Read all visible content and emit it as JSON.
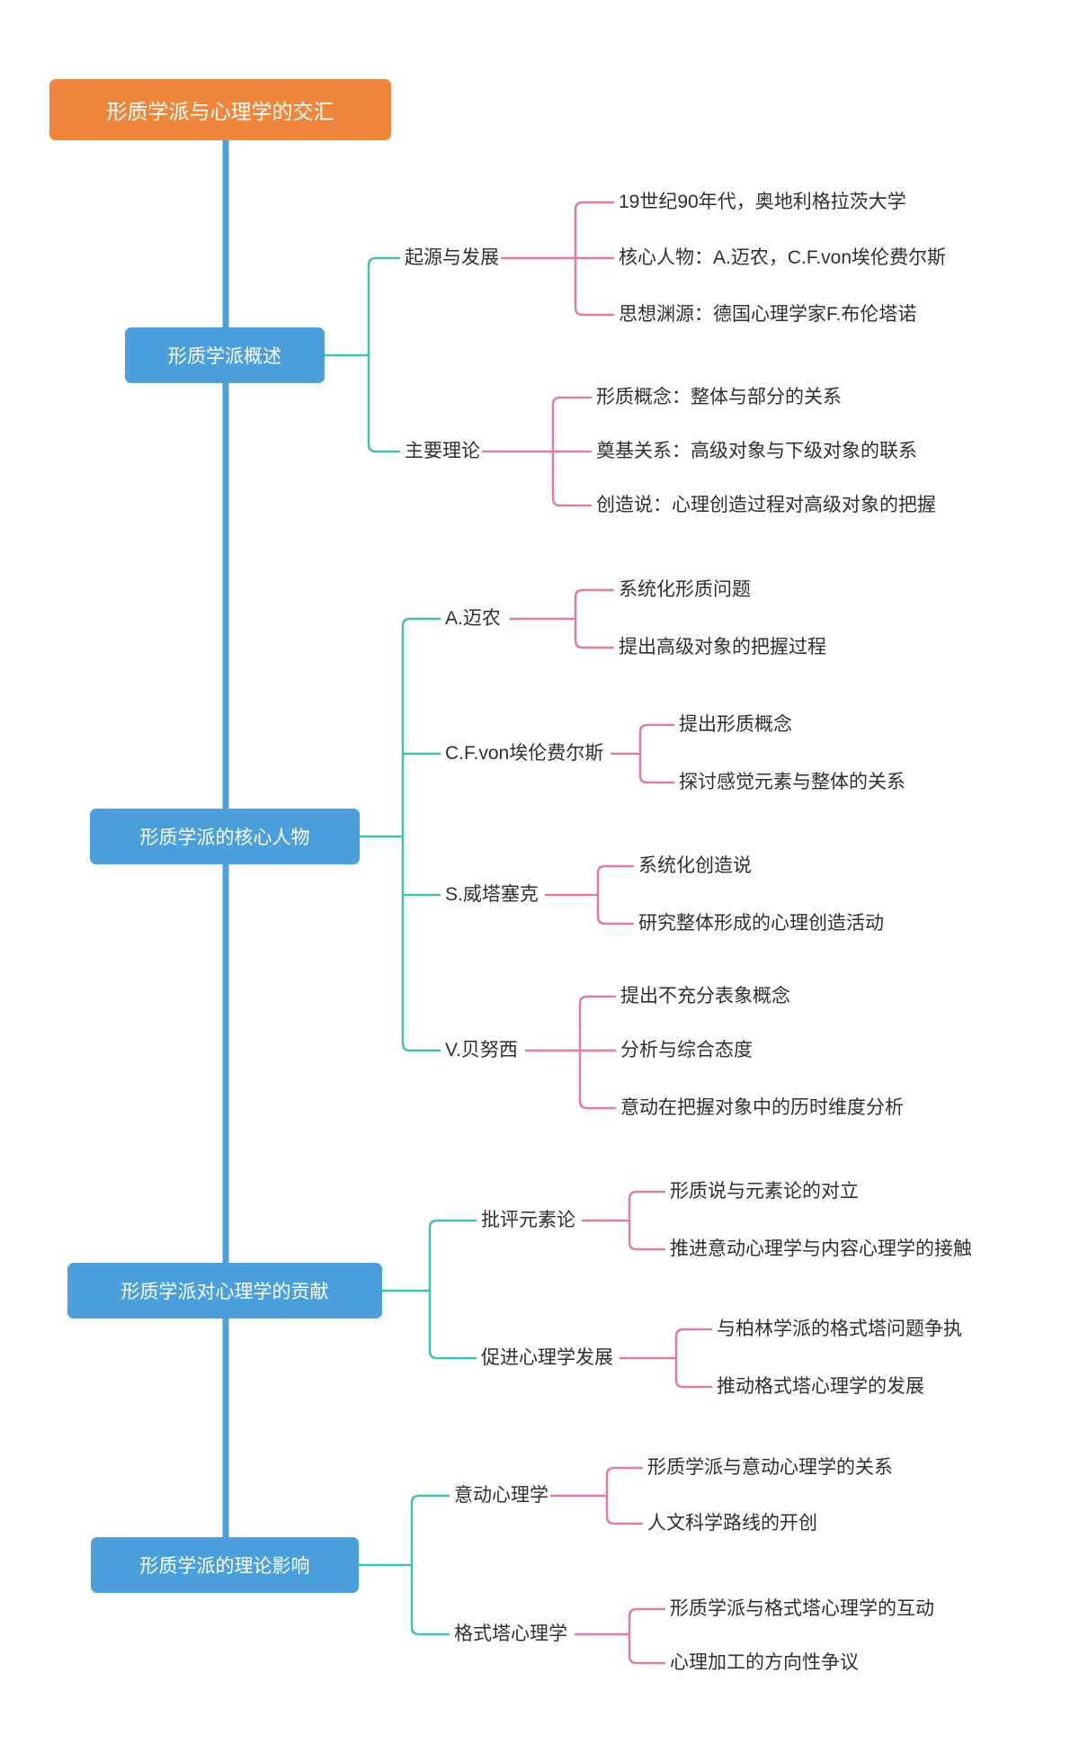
{
  "root": {
    "label": "形质学派与心理学的交汇"
  },
  "colors": {
    "root_bg": "#F0863C",
    "section_bg": "#4BA0DB",
    "spine": "#4BA0DB",
    "branch_line": "#44BFA9",
    "leaf_line": "#E07C9D",
    "text": "#2F2F2F",
    "background": "#FFFFFF"
  },
  "sections": [
    {
      "label": "形质学派概述",
      "branches": [
        {
          "label": "起源与发展",
          "leaves": [
            "19世纪90年代，奥地利格拉茨大学",
            "核心人物：A.迈农，C.F.von埃伦费尔斯",
            "思想渊源：德国心理学家F.布伦塔诺"
          ]
        },
        {
          "label": "主要理论",
          "leaves": [
            "形质概念：整体与部分的关系",
            "奠基关系：高级对象与下级对象的联系",
            "创造说：心理创造过程对高级对象的把握"
          ]
        }
      ]
    },
    {
      "label": "形质学派的核心人物",
      "branches": [
        {
          "label": "A.迈农",
          "leaves": [
            "系统化形质问题",
            "提出高级对象的把握过程"
          ]
        },
        {
          "label": "C.F.von埃伦费尔斯",
          "leaves": [
            "提出形质概念",
            "探讨感觉元素与整体的关系"
          ]
        },
        {
          "label": "S.威塔塞克",
          "leaves": [
            "系统化创造说",
            "研究整体形成的心理创造活动"
          ]
        },
        {
          "label": "V.贝努西",
          "leaves": [
            "提出不充分表象概念",
            "分析与综合态度",
            "意动在把握对象中的历时维度分析"
          ]
        }
      ]
    },
    {
      "label": "形质学派对心理学的贡献",
      "branches": [
        {
          "label": "批评元素论",
          "leaves": [
            "形质说与元素论的对立",
            "推进意动心理学与内容心理学的接触"
          ]
        },
        {
          "label": "促进心理学发展",
          "leaves": [
            "与柏林学派的格式塔问题争执",
            "推动格式塔心理学的发展"
          ]
        }
      ]
    },
    {
      "label": "形质学派的理论影响",
      "branches": [
        {
          "label": "意动心理学",
          "leaves": [
            "形质学派与意动心理学的关系",
            "人文科学路线的开创"
          ]
        },
        {
          "label": "格式塔心理学",
          "leaves": [
            "形质学派与格式塔心理学的互动",
            "心理加工的方向性争议"
          ]
        }
      ]
    }
  ]
}
